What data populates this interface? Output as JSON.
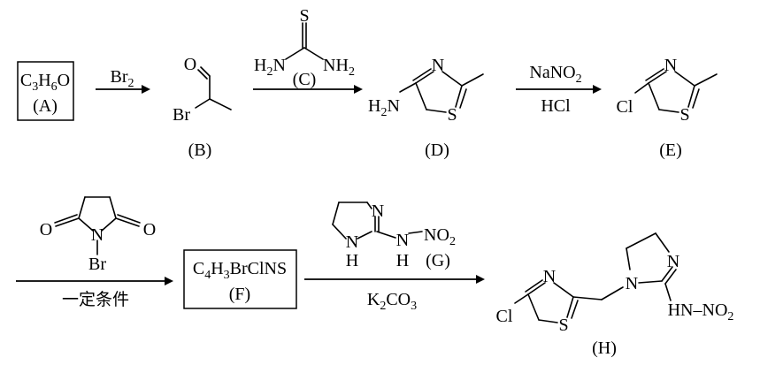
{
  "compound_a": {
    "formula": "C3H6O",
    "label": "(A)"
  },
  "reagent_1": "Br2",
  "compound_b": {
    "label": "(B)",
    "atoms": {
      "o": "O",
      "br": "Br"
    }
  },
  "compound_c": {
    "label": "(C)",
    "atoms": {
      "s": "S",
      "nh2_left": "H2N",
      "nh2_right": "NH2"
    }
  },
  "compound_d": {
    "label": "(D)",
    "atoms": {
      "n": "N",
      "s": "S",
      "amine": "H2N"
    }
  },
  "reagent_2": {
    "top": "NaNO2",
    "bottom": "HCl"
  },
  "compound_e": {
    "label": "(E)",
    "atoms": {
      "n": "N",
      "s": "S",
      "cl": "Cl"
    }
  },
  "nbs": {
    "atoms": {
      "o_left": "O",
      "o_right": "O",
      "n": "N",
      "br": "Br"
    }
  },
  "condition_3": "一定条件",
  "compound_f": {
    "formula": "C4H3BrClNS",
    "label": "(F)"
  },
  "compound_g": {
    "label": "(G)",
    "atoms": {
      "n": "N",
      "nh": "N",
      "h": "H",
      "amino_n": "N",
      "amino_h": "H",
      "nitro": "NO2"
    }
  },
  "reagent_4": "K2CO3",
  "compound_h": {
    "label": "(H)",
    "atoms": {
      "n_thz": "N",
      "s": "S",
      "cl": "Cl",
      "n1": "N",
      "n_ring": "N",
      "hn_no2": "HN–NO2"
    }
  }
}
